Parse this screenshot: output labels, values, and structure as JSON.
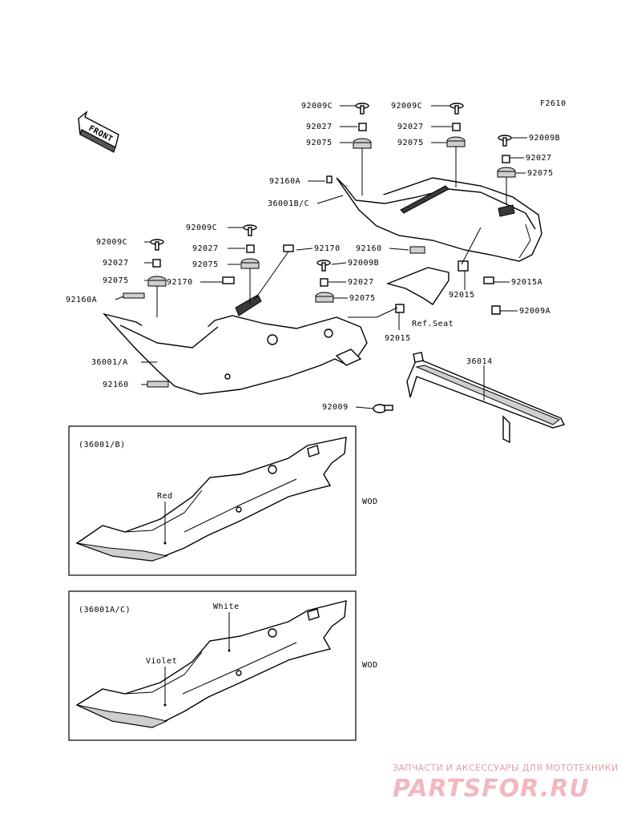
{
  "diagram_code": "F2610",
  "front_label": "FRONT",
  "parts": {
    "p_92009C_a": "92009C",
    "p_92027_a": "92027",
    "p_92075_a": "92075",
    "p_92009C_b": "92009C",
    "p_92027_b": "92027",
    "p_92075_b": "92075",
    "p_92009B_a": "92009B",
    "p_92027_c": "92027",
    "p_92075_c": "92075",
    "p_92160A_a": "92160A",
    "p_36001BC": "36001B/C",
    "p_92009C_c": "92009C",
    "p_92027_d": "92027",
    "p_92075_d": "92075",
    "p_92170_a": "92170",
    "p_92160_a": "92160",
    "p_92009C_d": "92009C",
    "p_92027_e": "92027",
    "p_92075_e": "92075",
    "p_92170_b": "92170",
    "p_92009B_b": "92009B",
    "p_92027_f": "92027",
    "p_92075_f": "92075",
    "p_92160A_b": "92160A",
    "p_92015A": "92015A",
    "p_92015_a": "92015",
    "p_92009A": "92009A",
    "p_ref_seat": "Ref.Seat",
    "p_92015_b": "92015",
    "p_36001A": "36001/A",
    "p_92160_b": "92160",
    "p_36014": "36014",
    "p_92009": "92009"
  },
  "inset_b": {
    "title": "(36001/B)",
    "color_label": "Red",
    "side_label": "WOD"
  },
  "inset_ac": {
    "title": "(36001A/C)",
    "color_upper": "White",
    "color_lower": "Violet",
    "side_label": "WOD"
  },
  "watermark": {
    "tagline": "ЗАПЧАСТИ И АКСЕССУАРЫ ДЛЯ МОТОТЕХНИКИ",
    "brand": "PARTSFOR.RU"
  }
}
